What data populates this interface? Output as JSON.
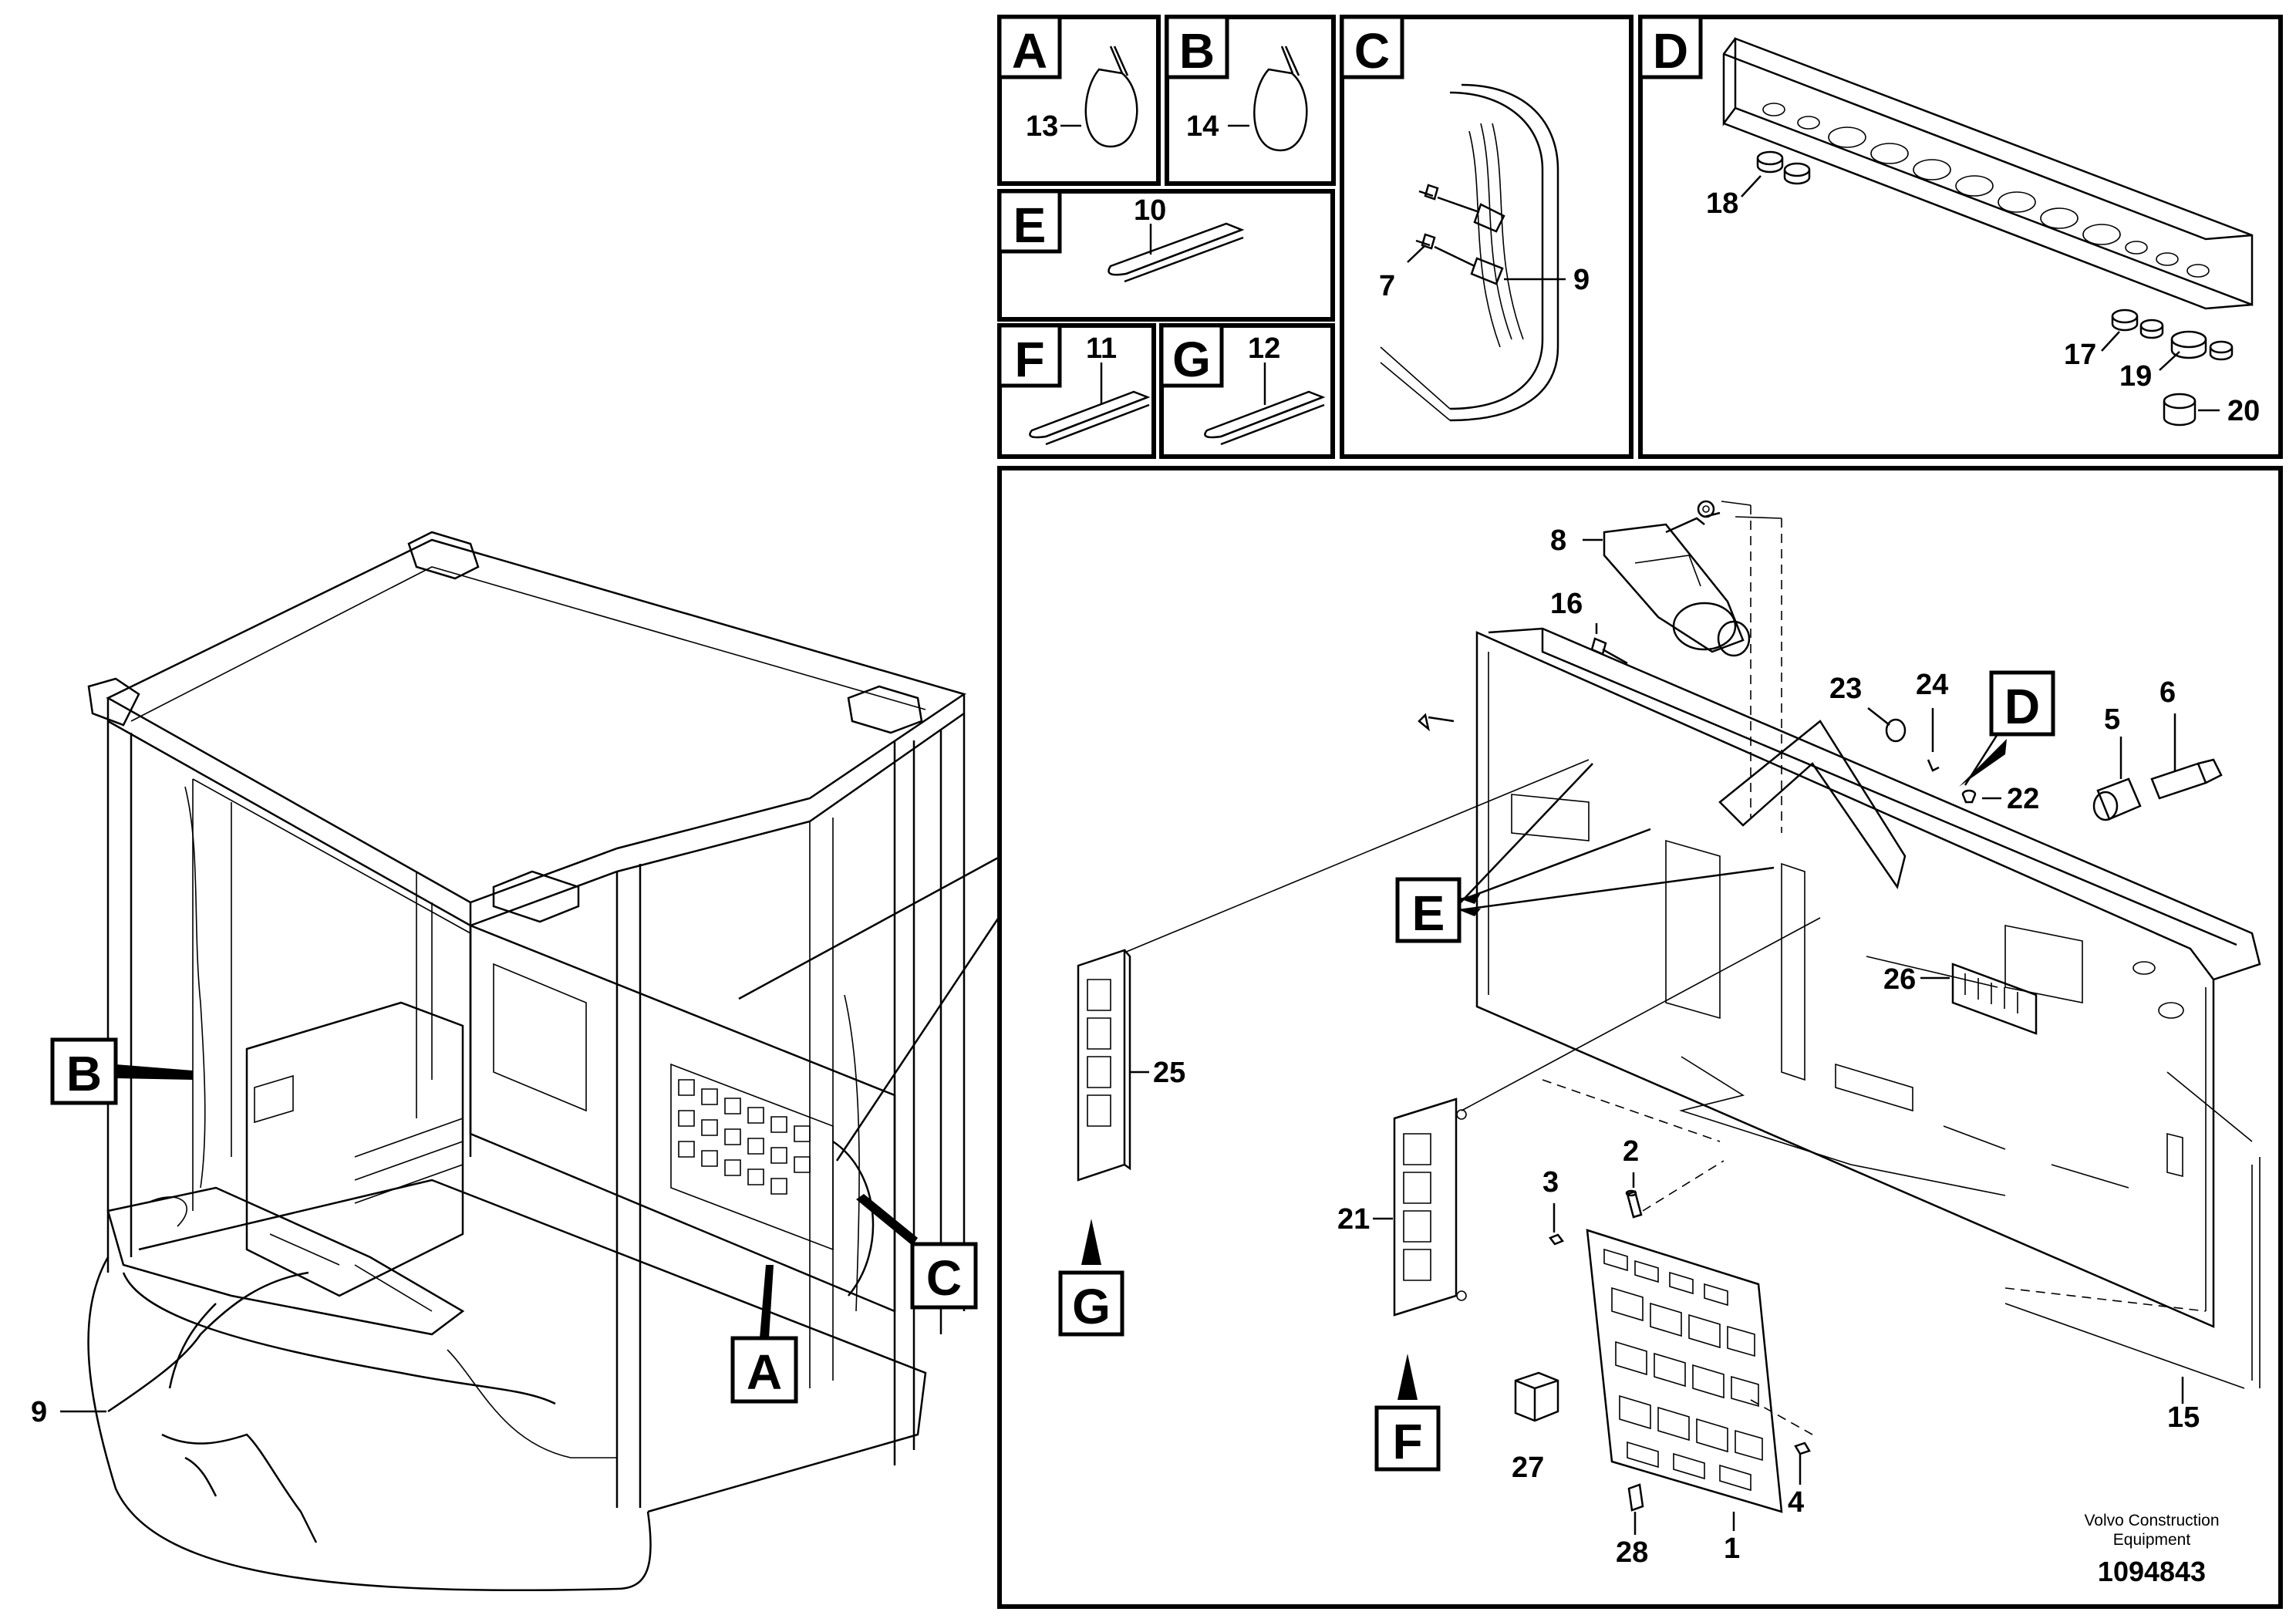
{
  "callout_letters": {
    "a": "A",
    "b": "B",
    "c": "C",
    "d": "D",
    "e": "E",
    "f": "F",
    "g": "G"
  },
  "part_numbers": {
    "p1": "1",
    "p2": "2",
    "p3": "3",
    "p4": "4",
    "p5": "5",
    "p6": "6",
    "p7": "7",
    "p8": "8",
    "p9": "9",
    "p10": "10",
    "p11": "11",
    "p12": "12",
    "p13": "13",
    "p14": "14",
    "p15": "15",
    "p16": "16",
    "p17": "17",
    "p18": "18",
    "p19": "19",
    "p20": "20",
    "p21": "21",
    "p22": "22",
    "p23": "23",
    "p24": "24",
    "p25": "25",
    "p26": "26",
    "p27": "27",
    "p28": "28"
  },
  "footer": {
    "credit_line1": "Volvo Construction",
    "credit_line2": "Equipment",
    "drawing_number": "1094843"
  }
}
